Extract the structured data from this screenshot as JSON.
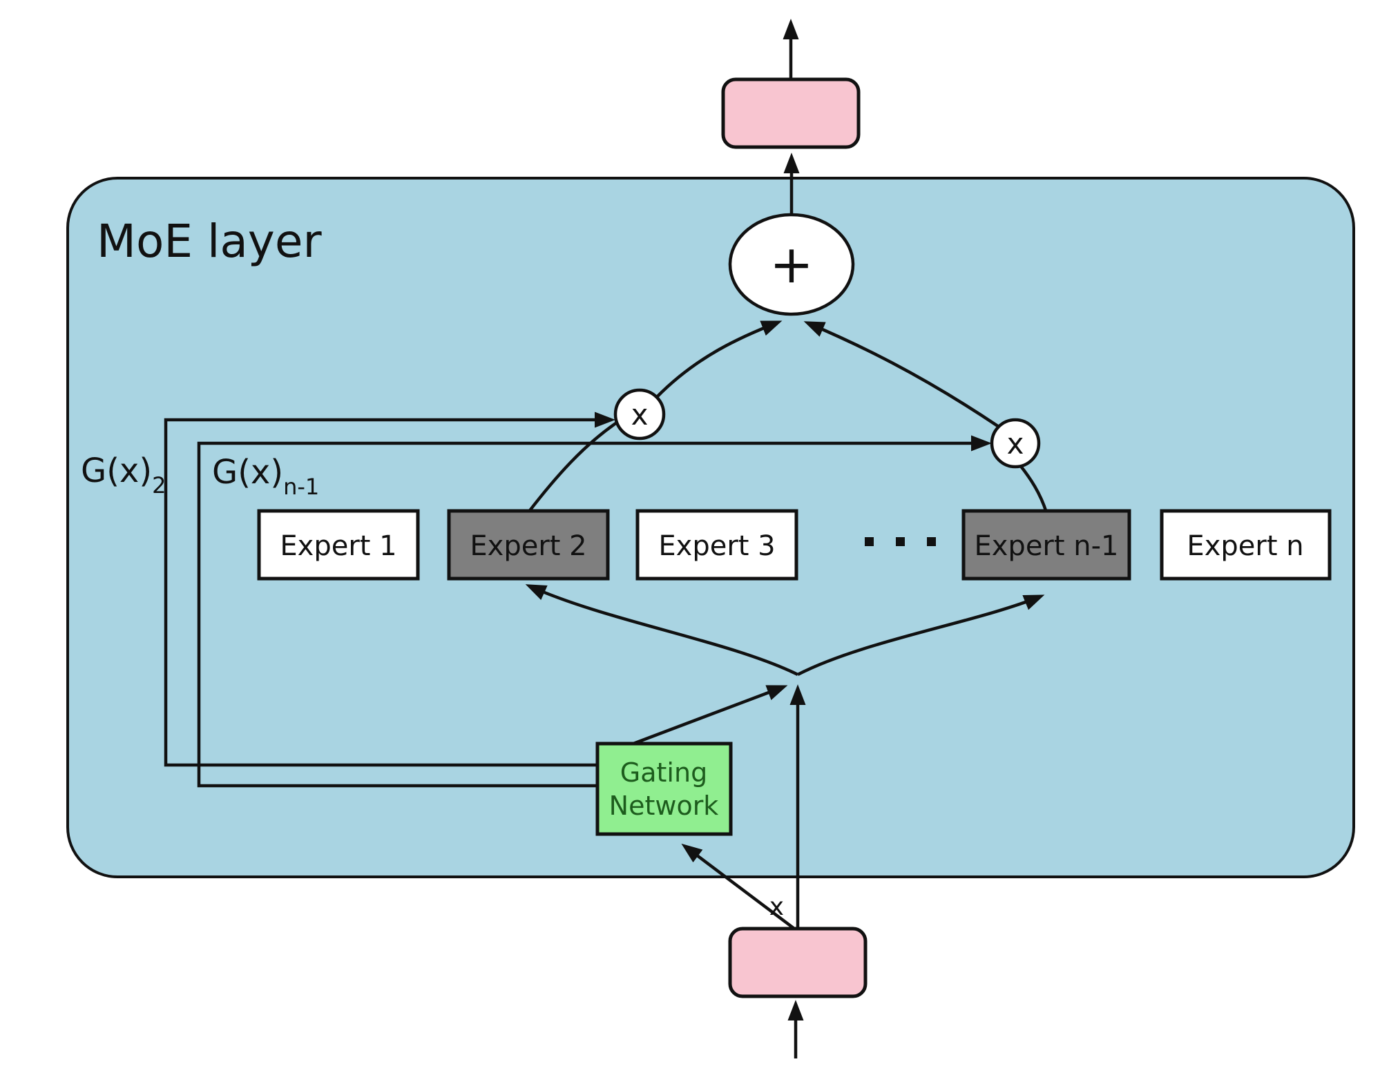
{
  "diagram": {
    "title": "MoE layer",
    "type": "mixture-of-experts-layer"
  },
  "experts": [
    {
      "label": "Expert 1",
      "selected": false
    },
    {
      "label": "Expert 2",
      "selected": true
    },
    {
      "label": "Expert 3",
      "selected": false
    },
    {
      "label": "Expert n-1",
      "selected": true
    },
    {
      "label": "Expert n",
      "selected": false
    }
  ],
  "gating": {
    "line1": "Gating",
    "line2": "Network"
  },
  "operators": {
    "sum": "+",
    "multiply_left": "x",
    "multiply_right": "x"
  },
  "gate_labels": {
    "gate2": {
      "main": "G(x)",
      "sub": "2"
    },
    "gate_n1": {
      "main": "G(x)",
      "sub": "n-1"
    }
  },
  "input_label": "x",
  "ellipsis_icon": "horizontal-dots",
  "colors": {
    "moe_background": "#a9d4e2",
    "io_box_pink": "#f8c5d0",
    "expert_inactive": "#ffffff",
    "expert_active": "#7f7f7f",
    "gating_fill": "#90ee90",
    "gating_text": "#1d5c1d",
    "stroke": "#111111"
  }
}
